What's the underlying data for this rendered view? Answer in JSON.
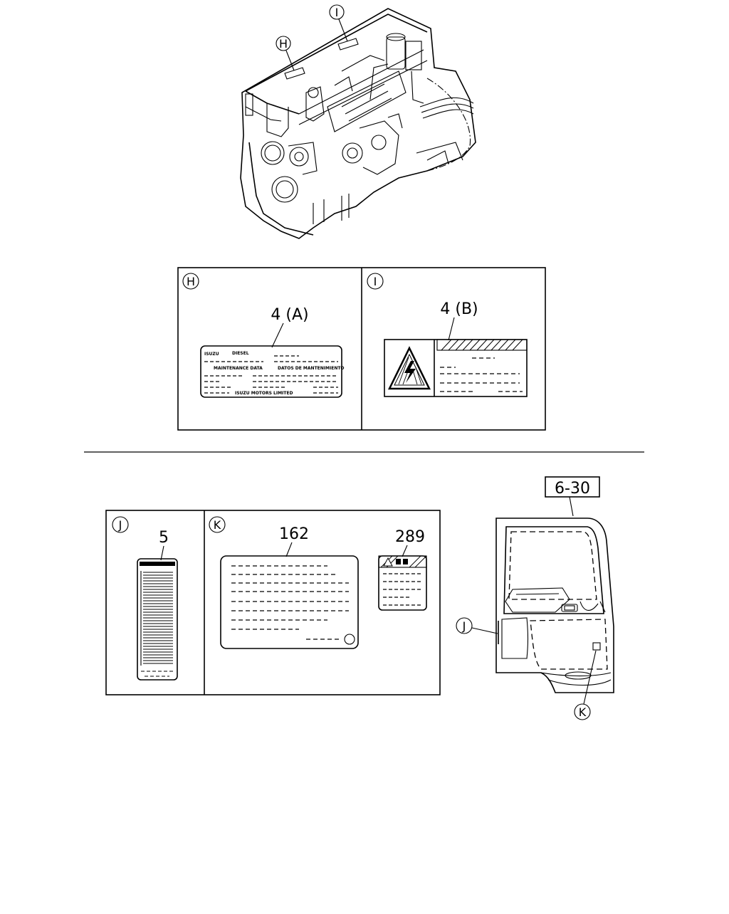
{
  "callouts": {
    "h": "H",
    "i": "I",
    "j": "J",
    "k": "K"
  },
  "panel_h": {
    "part_ref": "4 (A)",
    "label_brand": "ISUZU",
    "label_brand_suffix": "DIESEL",
    "label_col1": "MAINTENANCE DATA",
    "label_col2": "DATOS DE MANTENIMIENTO",
    "label_footer": "ISUZU MOTORS LIMITED"
  },
  "panel_i": {
    "part_ref": "4 (B)"
  },
  "panel_j": {
    "part_ref": "5"
  },
  "panel_k": {
    "part_ref_main": "162",
    "part_ref_warning": "289"
  },
  "door_view": {
    "page_ref": "6-30"
  },
  "icons": [
    "high-voltage-warning-icon",
    "warning-triangle-icon"
  ]
}
